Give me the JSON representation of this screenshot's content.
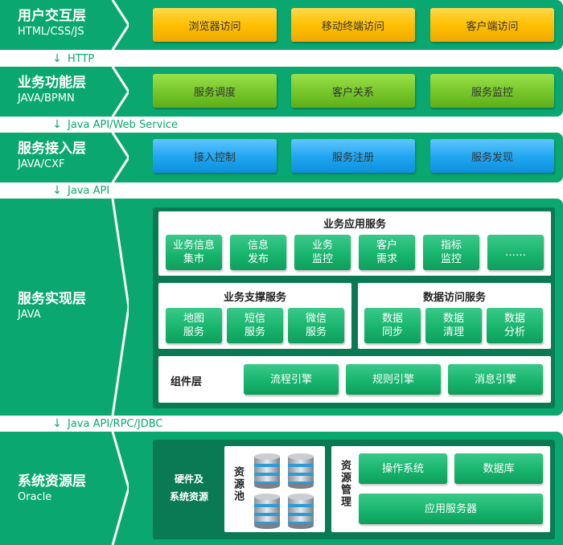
{
  "layers": {
    "ui": {
      "title": "用户交互层",
      "subtitle": "HTML/CSS/JS",
      "items": [
        "浏览器访问",
        "移动终端访问",
        "客户端访问"
      ]
    },
    "business": {
      "title": "业务功能层",
      "subtitle": "JAVA/BPMN",
      "items": [
        "服务调度",
        "客户关系",
        "服务监控"
      ]
    },
    "access": {
      "title": "服务接入层",
      "subtitle": "JAVA/CXF",
      "items": [
        "接入控制",
        "服务注册",
        "服务发现"
      ]
    },
    "impl": {
      "title": "服务实现层",
      "subtitle": "JAVA",
      "app_services": {
        "title": "业务应用服务",
        "items": [
          [
            "业务信息",
            "集市"
          ],
          [
            "信息",
            "发布"
          ],
          [
            "业务",
            "监控"
          ],
          [
            "客户",
            "需求"
          ],
          [
            "指标",
            "监控"
          ],
          [
            "……",
            ""
          ]
        ]
      },
      "support_services": {
        "title": "业务支撑服务",
        "items": [
          [
            "地图",
            "服务"
          ],
          [
            "短信",
            "服务"
          ],
          [
            "微信",
            "服务"
          ]
        ]
      },
      "data_services": {
        "title": "数据访问服务",
        "items": [
          [
            "数据",
            "同步"
          ],
          [
            "数据",
            "清理"
          ],
          [
            "数据",
            "分析"
          ]
        ]
      },
      "components": {
        "title": "组件层",
        "items": [
          "流程引擎",
          "规则引擎",
          "消息引擎"
        ]
      }
    },
    "resource": {
      "title": "系统资源层",
      "subtitle": "Oracle",
      "hardware": [
        "硬件及",
        "系统资源"
      ],
      "pool_label": "资源池",
      "mgmt_label": "资源管理",
      "mgmt_items": [
        "操作系统",
        "数据库",
        "应用服务器"
      ]
    }
  },
  "connectors": [
    "HTTP",
    "Java API/Web Service",
    "Java API",
    "Java API/RPC/JDBC"
  ],
  "colors": {
    "band": "#0aa870",
    "dark": "#0a7a55",
    "yellow": "#ffc000",
    "lime": "#78c82c",
    "blue": "#22a8f2"
  }
}
